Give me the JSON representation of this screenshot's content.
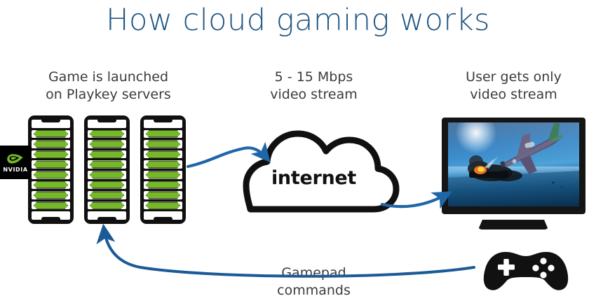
{
  "page": {
    "title": "How cloud gaming works",
    "background_color": "#ffffff",
    "title_color": "#1f5582"
  },
  "captions": {
    "servers": {
      "line1": "Game is launched",
      "line2": "on Playkey servers"
    },
    "stream": {
      "line1": "5 - 15 Mbps",
      "line2": "video stream"
    },
    "user": {
      "line1": "User gets only",
      "line2": "video stream"
    },
    "gamepad": {
      "line1": "Gamepad",
      "line2": "commands"
    },
    "text_color": "#3c3c3c"
  },
  "cloud": {
    "label": "internet",
    "stroke_color": "#101010",
    "label_color": "#111111"
  },
  "servers": {
    "rack_count": 3,
    "blades_per_rack": 8,
    "blade_color": "#76b82a",
    "frame_color": "#101010",
    "vendor_badge": {
      "name": "nvidia-logo",
      "wordmark": "NVIDIA",
      "logo_color": "#76b82a",
      "background_color": "#000000"
    }
  },
  "display": {
    "device": "television",
    "bezel_color": "#151515",
    "screen_content": "flight combat game: warplane over burning ship"
  },
  "gamepad": {
    "device": "game-controller",
    "color": "#111111",
    "dpad": "white-cross",
    "buttons": 4
  },
  "arrows": [
    {
      "name": "servers-to-cloud",
      "from": "server-racks",
      "to": "internet-cloud",
      "color": "#1f66a8",
      "direction": "right"
    },
    {
      "name": "cloud-to-tv",
      "from": "internet-cloud",
      "to": "television",
      "color": "#1f66a8",
      "direction": "right"
    },
    {
      "name": "gamepad-to-servers",
      "from": "gamepad",
      "to": "server-racks",
      "color": "#1b5a97",
      "direction": "up"
    }
  ]
}
